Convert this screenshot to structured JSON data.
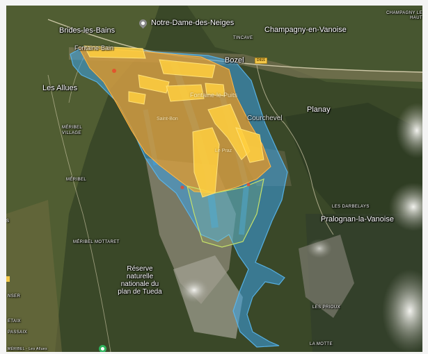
{
  "map": {
    "places": {
      "brides_les_bains": "Brides-les-Bains",
      "notre_dame_des_neiges": "Notre-Dame-des-Neiges",
      "champagny": "Champagny-en-Vanoise",
      "champagny_le_haut": "CHAMPAGNY LE HAUT",
      "fontaine_bain": "Fontaine-Bain",
      "les_allues": "Les Allues",
      "bozel": "Bozel",
      "planay": "Planay",
      "pralognan": "Pralognan-la-Vanoise",
      "meribel_village": "MÉRIBEL VILLAGE",
      "meribel": "MÉRIBEL",
      "meribel_mottaret": "MÉRIBEL MOTTARET",
      "les_darbelays": "LES DARBELAYS",
      "les_prioux": "LES PRIOUX",
      "la_motte": "LA MOTTE",
      "reserve": [
        "Réserve",
        "naturelle",
        "nationale du",
        "plan de Tueda"
      ],
      "edge_nser": "NSER",
      "edge_etaix": "ETAIX",
      "edge_passaix": "PASSAIX",
      "edge_meribel": "MÉRIBEL - Les Allues",
      "tincave": "TINCAVE",
      "faint_courchevel": "Courchevel",
      "faint_fontaine": "Fontaine-le-Puits",
      "faint_courchevel_2": "Le Praz",
      "faint_village": "Saint-Bon",
      "road": "D915"
    },
    "colors": {
      "zone_orange": "#f29a1c",
      "zone_yellow": "#ffcf40",
      "zone_blue": "#3aa3e8",
      "outline_green": "#c6e26a",
      "pin_place": "#8a8a8a",
      "pin_park": "#2fb35c"
    },
    "icons": [
      "place-pin-icon",
      "park-pin-icon",
      "road-shield-icon"
    ]
  }
}
